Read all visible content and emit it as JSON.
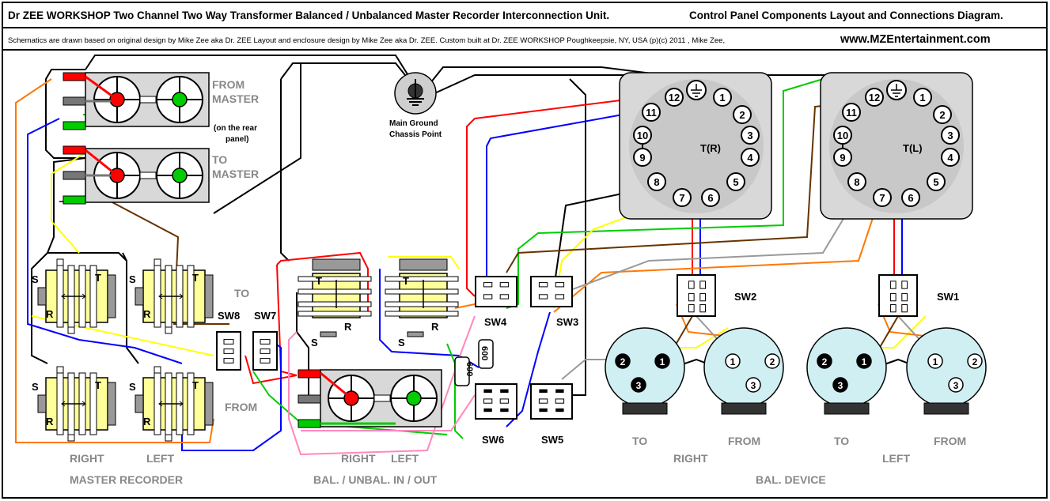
{
  "header": {
    "title": "Dr ZEE WORKSHOP Two Channel  Two Way Transformer Balanced / Unbalanced Master Recorder Interconnection Unit.",
    "title_right": "Control Panel Components Layout and Connections Diagram.",
    "credits": "Schematics are drawn based on  original design   by Mike Zee aka Dr. ZEE    Layout and enclosure design by Mike Zee aka Dr. ZEE. Custom built at Dr. ZEE WORKSHOP  Poughkeepsie, NY, USA   (p)(c) 2011 , Mike Zee,",
    "website": "www.MZEntertainment.com"
  },
  "xlr_panel": {
    "from_master": [
      "FROM",
      "MASTER"
    ],
    "rear_note": [
      "(on the rear",
      "panel)"
    ],
    "to_master": [
      "TO",
      "MASTER"
    ]
  },
  "ground": {
    "label": [
      "Main Ground",
      "Chassis Point"
    ]
  },
  "transformers": {
    "right": {
      "label": "T(R)",
      "pins": [
        "1",
        "2",
        "3",
        "4",
        "5",
        "6",
        "7",
        "8",
        "9",
        "10",
        "11",
        "12"
      ]
    },
    "left": {
      "label": "T(L)",
      "pins": [
        "1",
        "2",
        "3",
        "4",
        "5",
        "6",
        "7",
        "8",
        "9",
        "10",
        "11",
        "12"
      ]
    }
  },
  "jacks": {
    "letters": {
      "s": "S",
      "r": "R",
      "t": "T"
    }
  },
  "switches": {
    "sw1": "SW1",
    "sw2": "SW2",
    "sw3": "SW3",
    "sw4": "SW4",
    "sw5": "SW5",
    "sw6": "SW6",
    "sw7": "SW7",
    "sw8": "SW8"
  },
  "to_label": "TO",
  "from_label": "FROM",
  "resistors": [
    "600",
    "600"
  ],
  "xlr_pins": [
    "1",
    "2",
    "3"
  ],
  "bottom": {
    "master_recorder": {
      "right": "RIGHT",
      "left": "LEFT",
      "title": "MASTER RECORDER"
    },
    "bal_unbal": {
      "right": "RIGHT",
      "left": "LEFT",
      "title": "BAL. / UNBAL. IN / OUT"
    },
    "bal_device": {
      "to_r": "TO",
      "from_r": "FROM",
      "right": "RIGHT",
      "to_l": "TO",
      "from_l": "FROM",
      "left": "LEFT",
      "title": "BAL. DEVICE"
    }
  },
  "colors": {
    "red": "#ff0000",
    "green": "#00cc00",
    "blue": "#0000ff",
    "yellow": "#ffff00",
    "orange": "#ff7700",
    "brown": "#663300",
    "pink": "#ff88bb",
    "gray": "#999999",
    "cyan_body": "#cfeff2",
    "panel_gray": "#d8d8d8",
    "jack_yellow": "#ffff99"
  }
}
